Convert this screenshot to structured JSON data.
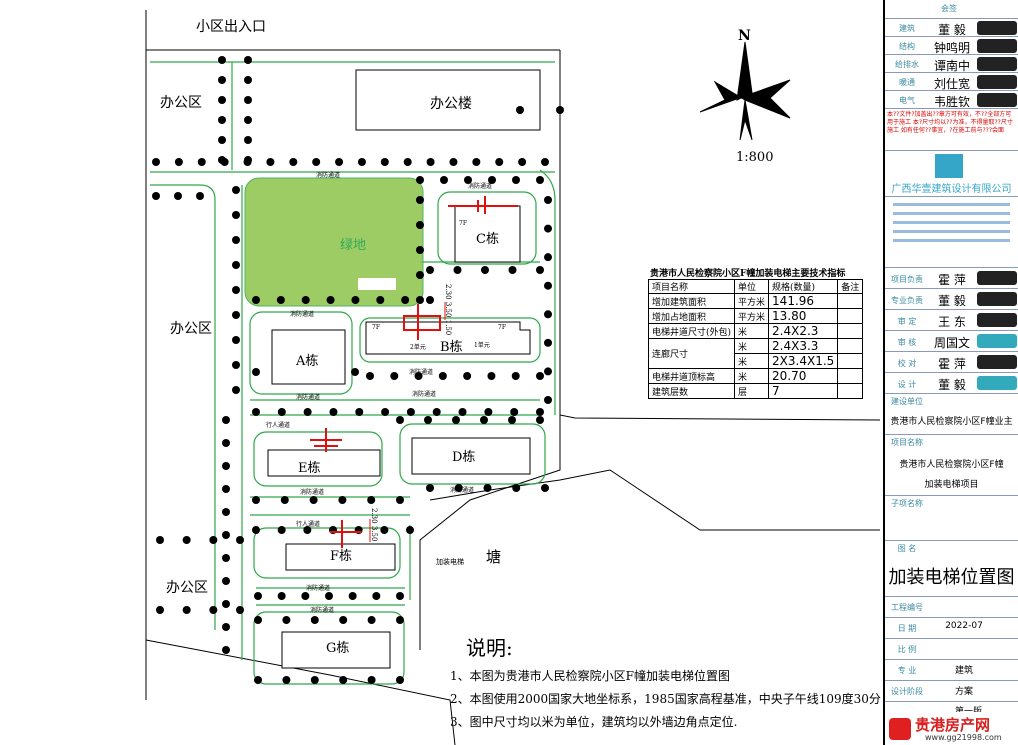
{
  "site_labels": {
    "entrance": "小区出入口",
    "office_area": "办公区",
    "office_building": "办公楼",
    "green": "绿地",
    "pond": "塘",
    "fire_road": "消防通道",
    "walkway": "行人通道",
    "elevator_note": "加装电梯",
    "scale": "1:800",
    "north": "N"
  },
  "buildings": {
    "A": "A栋",
    "B": "B栋",
    "C": "C栋",
    "D": "D栋",
    "E": "E栋",
    "F": "F栋",
    "G": "G栋",
    "unit2": "2单元",
    "unit1": "1单元",
    "floors": "7F"
  },
  "dims": {
    "d1": "2.30",
    "d2": "3.50",
    "d3": "1.50",
    "d4": "2.30",
    "d5": "3.50"
  },
  "index_table": {
    "title": "贵港市人民检察院小区F幢加装电梯主要技术指标",
    "headers": [
      "项目名称",
      "单位",
      "规格(数量)",
      "备注"
    ],
    "rows": [
      {
        "name": "增加建筑面积",
        "unit": "平方米",
        "value": "141.96"
      },
      {
        "name": "增加占地面积",
        "unit": "平方米",
        "value": "13.80"
      },
      {
        "name": "电梯井道尺寸(外包)",
        "unit": "米",
        "value": "2.4X2.3"
      },
      {
        "name": "连廊尺寸",
        "unit": "米",
        "value": "2.4X3.3"
      },
      {
        "name": "",
        "unit": "米",
        "value": "2X3.4X1.5"
      },
      {
        "name": "电梯井道顶标高",
        "unit": "米",
        "value": "20.70"
      },
      {
        "name": "建筑层数",
        "unit": "层",
        "value": "7"
      }
    ]
  },
  "notes": {
    "heading": "说明:",
    "lines": [
      "1、本图为贵港市人民检察院小区F幢加装电梯位置图",
      "2、本图使用2000国家大地坐标系，1985国家高程基准，中央子午线109度30分",
      "3、图中尺寸均以米为单位，建筑均以外墙边角点定位."
    ]
  },
  "title_block": {
    "countersign": "会签",
    "sign_rows": [
      {
        "k": "建筑",
        "v": "董 毅"
      },
      {
        "k": "结构",
        "v": "钟鸣明"
      },
      {
        "k": "给排水",
        "v": "谭南中"
      },
      {
        "k": "暖通",
        "v": "刘仕宽"
      },
      {
        "k": "电气",
        "v": "韦胜钦"
      }
    ],
    "warning": "本??文件?加盖出??章方可有效，不??全部方可用于施工 本?尺寸均以??为准，不得量取??尺寸施工 如有任何??事宜，?在施工前与???会面",
    "company": "广西华壹建筑设计有限公司",
    "staff_rows": [
      {
        "k": "项目负责",
        "v": "霍 萍"
      },
      {
        "k": "专业负责",
        "v": "董 毅"
      },
      {
        "k": "审 定",
        "v": "王 东"
      },
      {
        "k": "审 核",
        "v": "周国文"
      },
      {
        "k": "校 对",
        "v": "霍 萍"
      },
      {
        "k": "设 计",
        "v": "董 毅"
      }
    ],
    "client_label": "建设单位",
    "client": "贵港市人民检察院小区F幢业主",
    "project_label": "项目名称",
    "project_1": "贵港市人民检察院小区F幢",
    "project_2": "加装电梯项目",
    "subitem_label": "子项名称",
    "drawing_label": "图 名",
    "drawing": "加装电梯位置图",
    "job_label": "工程编号",
    "date_label": "日 期",
    "date": "2022-07",
    "scale_label": "比 例",
    "discipline_label": "专 业",
    "discipline": "建筑",
    "stage_label": "设计阶段",
    "stage": "方案",
    "sheet": "第一版",
    "watermark": "贵港房产网",
    "watermark_url": "www.gg21998.com"
  },
  "colors": {
    "green": "#3cb043",
    "red": "#e01010",
    "teal": "#3a8aa0",
    "brand": "#35a6c8"
  }
}
